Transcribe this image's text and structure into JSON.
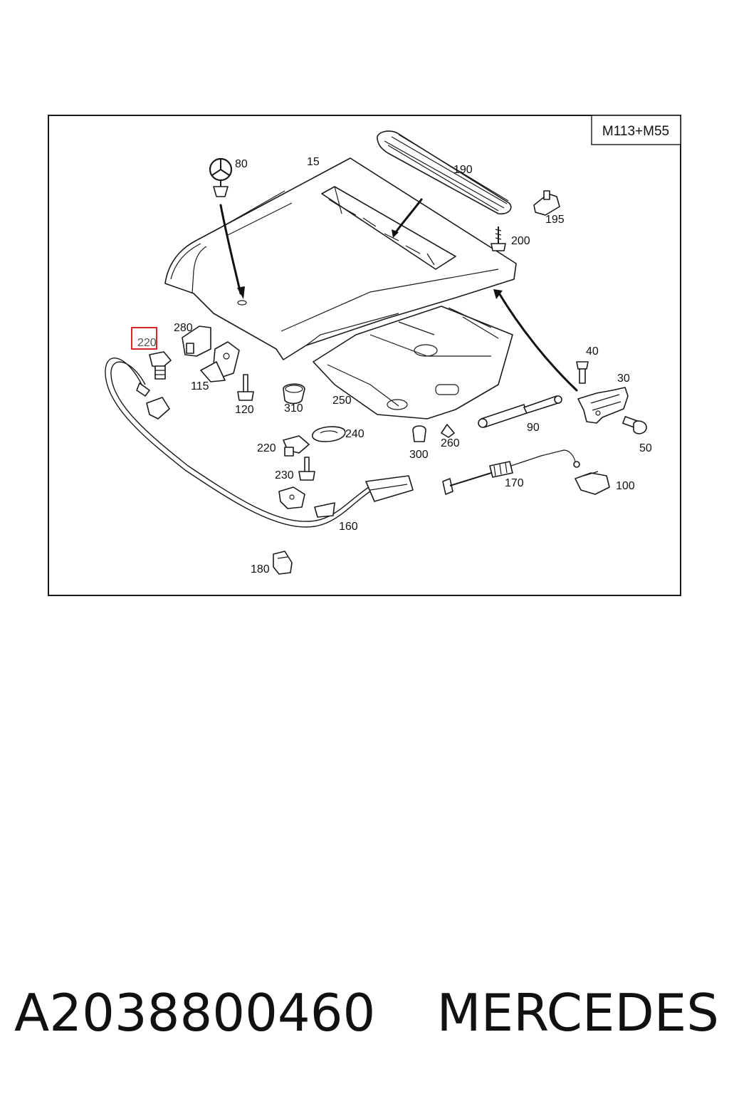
{
  "diagram": {
    "model_code": "M113+M55",
    "highlight_color": "#d62828",
    "callouts": {
      "c15": "15",
      "c80": "80",
      "c190": "190",
      "c195": "195",
      "c200": "200",
      "c280": "280",
      "c220a": "220",
      "c115": "115",
      "c120": "120",
      "c310": "310",
      "c250": "250",
      "c40": "40",
      "c30": "30",
      "c50": "50",
      "c90": "90",
      "c240": "240",
      "c220b": "220",
      "c300": "300",
      "c260": "260",
      "c230": "230",
      "c170": "170",
      "c100": "100",
      "c160": "160",
      "c180": "180"
    }
  },
  "footer": {
    "part_number": "A2038800460",
    "brand": "MERCEDES"
  }
}
